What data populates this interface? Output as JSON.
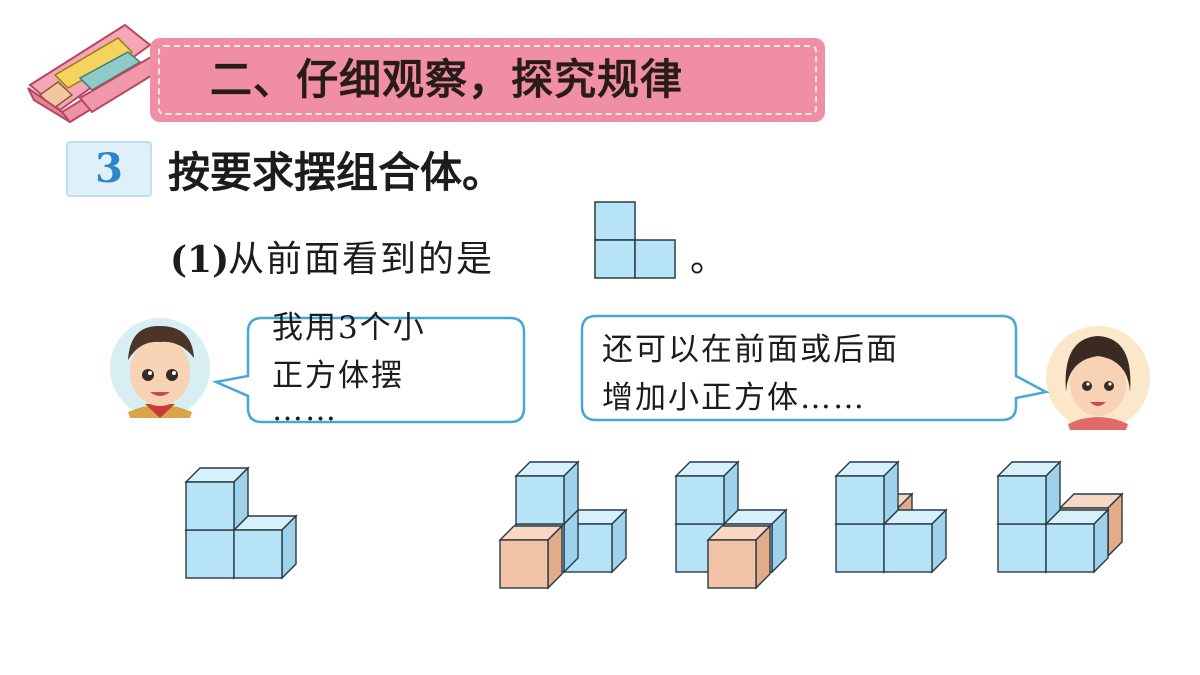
{
  "header": {
    "title": "二、仔细观察，探究规律",
    "icon": "pencil-case-icon"
  },
  "question": {
    "number": "3",
    "title": "按要求摆组合体。",
    "sub_prefix": "(1)",
    "sub_text": "从前面看到的是",
    "sub_end": "。",
    "front_view_icon": "front-view-l-shape-icon"
  },
  "speech": {
    "boy": {
      "line1": "我用3个小",
      "line2": "正方体摆",
      "line3": "……",
      "avatar": "boy-avatar-icon"
    },
    "girl": {
      "line1": "还可以在前面或后面",
      "line2": "增加小正方体……",
      "avatar": "girl-avatar-icon"
    }
  },
  "colors": {
    "banner": "#f08ea3",
    "cube_blue": "#b7e3f7",
    "cube_orange": "#f2c3a6",
    "bubble_border": "#45a8d6",
    "number": "#2c86c8"
  },
  "figures": [
    "3-cube-arrangement-icon",
    "4-cube-front-left-icon",
    "4-cube-front-right-icon",
    "4-cube-back-right-icon",
    "4-cube-back-right-alt-icon"
  ]
}
